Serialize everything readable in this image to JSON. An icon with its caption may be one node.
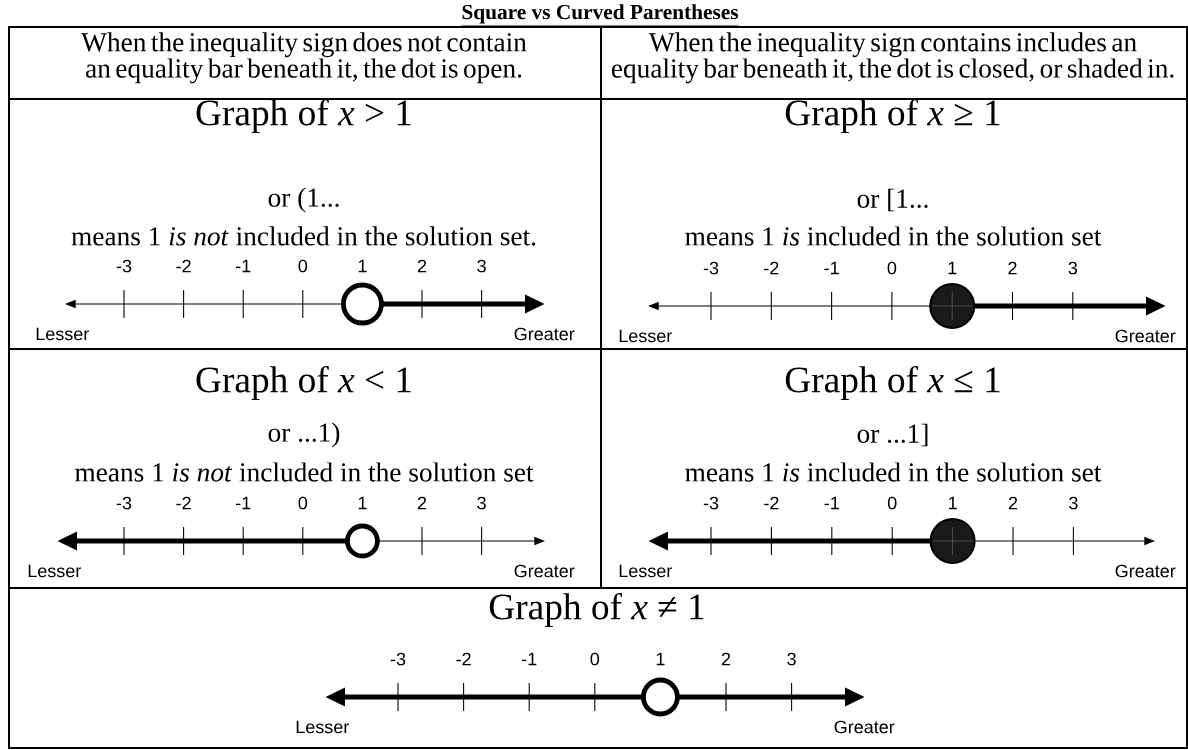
{
  "diagram": {
    "title": "Square vs Curved Parentheses",
    "nodes": [
      {
        "text": [
          "When the inequality sign does not contain an equality bar beneath it, the dot is open."
        ]
      },
      {
        "text": [
          "When the inequality sign contains includes an equality bar beneath it, the dot is closed, or shaded in."
        ]
      },
      {
        "text": [
          "Graph of *x* > 1",
          "or (1...",
          "means 1 *is not* included in the solution set."
        ]
      },
      {
        "text": [
          "Graph of *x* ≥ 1",
          "or [1...",
          "means 1 *is* included in the solution set"
        ]
      },
      {
        "text": [
          "Graph of *x* < 1",
          "or ...1)",
          "means 1 *is not* included in the solution set"
        ]
      },
      {
        "text": [
          "Graph of *x* ≤ 1",
          "or ...1]",
          "means 1 *is* included in the solution set"
        ]
      },
      {
        "text": [
          "Graph of *x* ≠ 1"
        ]
      }
    ],
    "labels": [
      "-3",
      "-2",
      "-1",
      "0",
      "1",
      "2",
      "3",
      "Lesser",
      "Greater",
      "-3",
      "-2",
      "-1",
      "0",
      "1",
      "2",
      "3",
      "Lesser",
      "Greater",
      "-3",
      "-2",
      "-1",
      "0",
      "1",
      "2",
      "3",
      "Lesser",
      "Greater",
      "-3",
      "-2",
      "-1",
      "0",
      "1",
      "2",
      "3",
      "Lesser",
      "Greater",
      "-3",
      "-2",
      "-1",
      "0",
      "1",
      "2",
      "3",
      "Lesser",
      "Greater"
    ]
  }
}
